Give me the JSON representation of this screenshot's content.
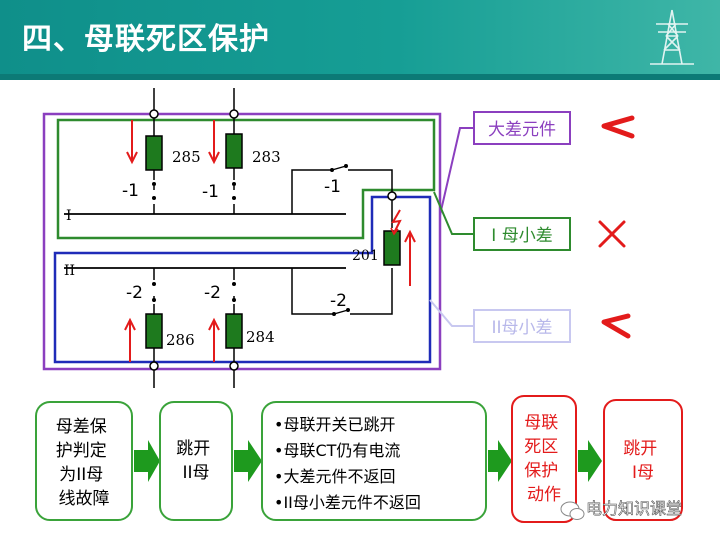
{
  "header": {
    "title": "四、母联死区保护"
  },
  "labels": {
    "big_diff": "大差元件",
    "bus1_small_diff": "I 母小差",
    "bus2_small_diff": "II母小差",
    "bus1": "I",
    "bus2": "II",
    "b285": "285",
    "b283": "283",
    "b286": "286",
    "b284": "284",
    "b201": "201",
    "sw285": "-1",
    "sw283": "-1",
    "sw_tie1": "-1",
    "sw286": "-2",
    "sw284": "-2",
    "sw_tie2": "-2"
  },
  "status": {
    "big_diff": "check-icon",
    "bus1_small_diff": "cross-icon",
    "bus2_small_diff": "check-icon"
  },
  "flow": {
    "box1": [
      "母差保",
      "护判定",
      "为II母",
      "线故障"
    ],
    "box2": [
      "跳开",
      "II母"
    ],
    "box3": [
      "•母联开关已跳开",
      "•母联CT仍有电流",
      "•大差元件不返回",
      "•II母小差元件不返回"
    ],
    "box4": [
      "母联",
      "死区",
      "保护",
      "动作"
    ],
    "box5": [
      "跳开",
      "I母"
    ]
  },
  "watermark": "电力知识课堂",
  "colors": {
    "header": "#13968f",
    "bus1_zone": "#2e8b2e",
    "bus2_zone": "#1f2bb8",
    "big_zone": "#8b3fbf",
    "arrow": "#e31b1b",
    "flow_arrow": "#1e9a1e"
  }
}
